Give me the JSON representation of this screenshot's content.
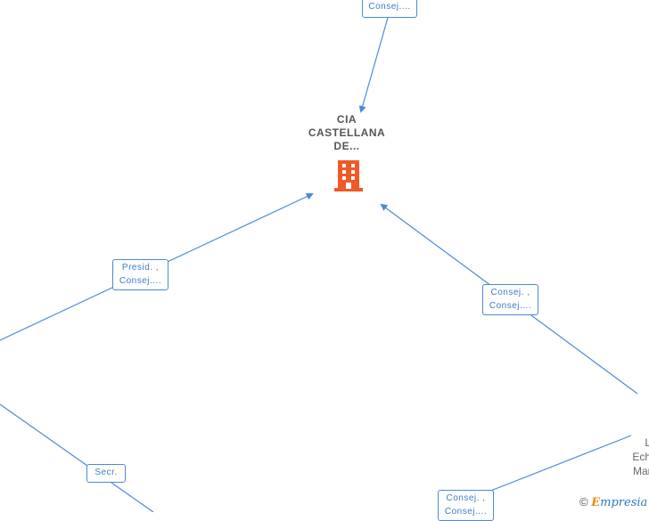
{
  "company": {
    "name_lines": [
      "CIA",
      "CASTELLANA",
      "DE..."
    ],
    "icon": "building-icon"
  },
  "roles": {
    "top": [
      "Consej...."
    ],
    "left": [
      "Presid. ,",
      "Consej...."
    ],
    "right": [
      "Consej. ,",
      "Consej...."
    ],
    "secretary": [
      "Secr."
    ],
    "bottom": [
      "Consej. ,",
      "Consej...."
    ]
  },
  "person": {
    "lines": [
      "L...",
      "Ech...",
      "Mar..."
    ]
  },
  "watermark": {
    "symbol": "©",
    "brand_initial": "E",
    "brand_rest": "mpresia"
  },
  "colors": {
    "edge": "#4a8ad8",
    "icon": "#f05a28",
    "text": "#555555"
  }
}
